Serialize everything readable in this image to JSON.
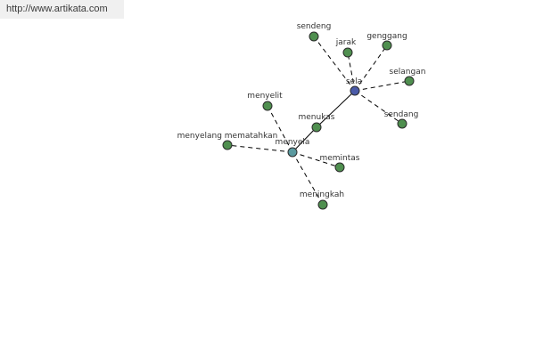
{
  "source": {
    "url_text": "http://www.artikata.com"
  },
  "colors": {
    "leaf_node": "#4f8f4f",
    "hub_node_sela": "#4a5aa8",
    "hub_node_menyela": "#5b9aa0"
  },
  "graph": {
    "nodes": [
      {
        "id": "sela",
        "label": "sela",
        "kind": "hub_sela"
      },
      {
        "id": "menyela",
        "label": "menyela",
        "kind": "hub_menyela"
      },
      {
        "id": "sendeng",
        "label": "sendeng",
        "kind": "leaf"
      },
      {
        "id": "jarak",
        "label": "jarak",
        "kind": "leaf"
      },
      {
        "id": "genggang",
        "label": "genggang",
        "kind": "leaf"
      },
      {
        "id": "selangan",
        "label": "selangan",
        "kind": "leaf"
      },
      {
        "id": "sendang",
        "label": "sendang",
        "kind": "leaf"
      },
      {
        "id": "menukas",
        "label": "menukas",
        "kind": "leaf"
      },
      {
        "id": "menyelit",
        "label": "menyelit",
        "kind": "leaf"
      },
      {
        "id": "menyelang-mematahkan",
        "label": "menyelang mematahkan",
        "kind": "leaf"
      },
      {
        "id": "memintas",
        "label": "memintas",
        "kind": "leaf"
      },
      {
        "id": "meningkah",
        "label": "meningkah",
        "kind": "leaf"
      }
    ],
    "edges": [
      {
        "from": "sela",
        "to": "sendeng",
        "style": "dashed"
      },
      {
        "from": "sela",
        "to": "jarak",
        "style": "dashed"
      },
      {
        "from": "sela",
        "to": "genggang",
        "style": "dashed"
      },
      {
        "from": "sela",
        "to": "selangan",
        "style": "dashed"
      },
      {
        "from": "sela",
        "to": "sendang",
        "style": "dashed"
      },
      {
        "from": "sela",
        "to": "menukas",
        "style": "solid"
      },
      {
        "from": "menukas",
        "to": "menyela",
        "style": "solid"
      },
      {
        "from": "menyela",
        "to": "menyelit",
        "style": "dashed"
      },
      {
        "from": "menyela",
        "to": "menyelang-mematahkan",
        "style": "dashed"
      },
      {
        "from": "menyela",
        "to": "memintas",
        "style": "dashed"
      },
      {
        "from": "menyela",
        "to": "meningkah",
        "style": "dashed"
      }
    ]
  }
}
